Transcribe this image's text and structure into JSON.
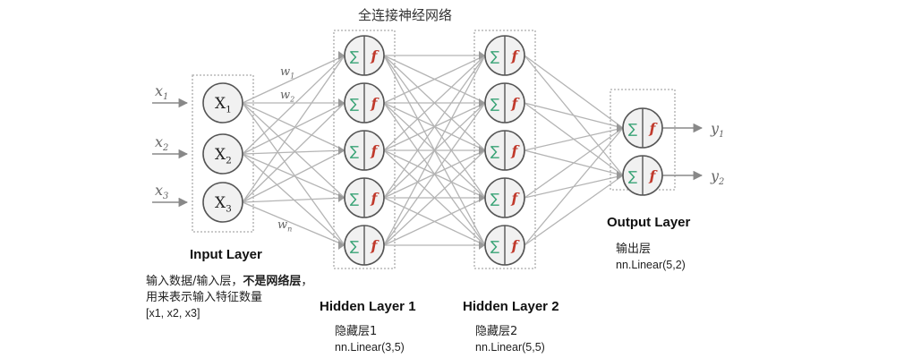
{
  "title": "全连接神经网络",
  "inputs": {
    "arrow_labels": [
      {
        "base": "x",
        "sub": "1"
      },
      {
        "base": "x",
        "sub": "2"
      },
      {
        "base": "x",
        "sub": "3"
      }
    ],
    "nodes": [
      {
        "base": "X",
        "sub": "1"
      },
      {
        "base": "X",
        "sub": "2"
      },
      {
        "base": "X",
        "sub": "3"
      }
    ]
  },
  "weights": [
    {
      "base": "w",
      "sub": "1"
    },
    {
      "base": "w",
      "sub": "2"
    },
    {
      "base": "w",
      "sub": "n"
    }
  ],
  "neuron_symbols": {
    "sum": "∑",
    "func": "f"
  },
  "layers": {
    "input": {
      "title": "Input Layer",
      "desc_line1_a": "输入数据/输入层，",
      "desc_line1_b": "不是网络层",
      "desc_line1_c": "，",
      "desc_line2": "用来表示输入特征数量",
      "desc_line3": "[x1, x2, x3]"
    },
    "hidden1": {
      "title": "Hidden Layer 1",
      "desc": "隐藏层1",
      "code": "nn.Linear(3,5)",
      "neurons": 5
    },
    "hidden2": {
      "title": "Hidden Layer 2",
      "desc": "隐藏层2",
      "code": "nn.Linear(5,5)",
      "neurons": 5
    },
    "output": {
      "title": "Output Layer",
      "desc": "输出层",
      "code": "nn.Linear(5,2)",
      "neurons": 2
    }
  },
  "outputs": {
    "arrow_labels": [
      {
        "base": "y",
        "sub": "1"
      },
      {
        "base": "y",
        "sub": "2"
      }
    ]
  },
  "colors": {
    "edge": "#b4b4b4",
    "node_fill": "#f1f1f1",
    "node_stroke": "#555555",
    "sum": "#3aa376",
    "func": "#c0392b",
    "box": "#aaaaaa"
  }
}
